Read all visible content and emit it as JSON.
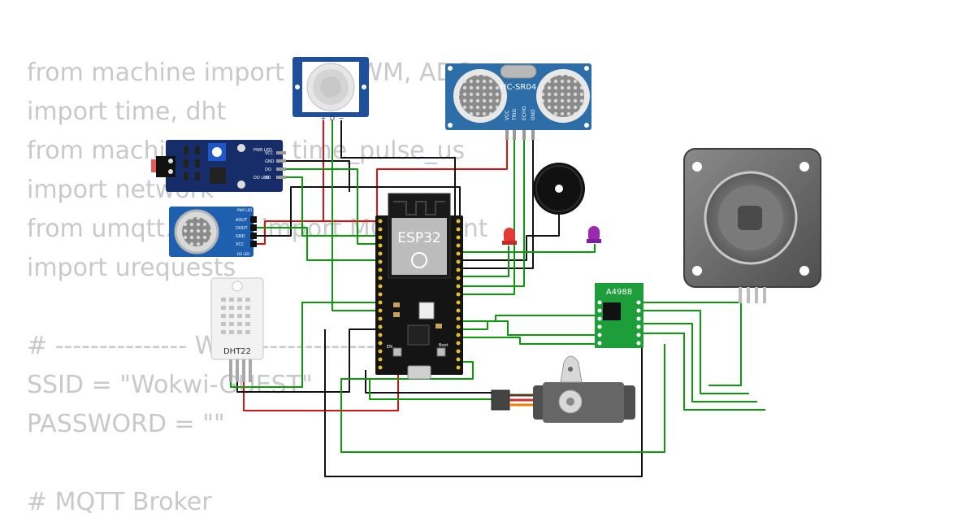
{
  "code_lines": [
    "from machine import Pin, PWM, ADC",
    "import time, dht",
    "from machine import time_pulse_us",
    "import network",
    "from umqtt.simple import MQTTClient",
    "import urequests",
    "",
    "# --------------- WiFi ---------------",
    "SSID = \"Wokwi-GUEST\"",
    "PASSWORD = \"\"",
    "",
    "# MQTT Broker"
  ],
  "components": {
    "esp32": {
      "label": "ESP32"
    },
    "ultrasonic": {
      "label": "HC-SR04",
      "pins": [
        "VCC",
        "TRIG",
        "ECHO",
        "GND"
      ]
    },
    "pir": {
      "pins": [
        "+",
        "D",
        "−"
      ]
    },
    "dht": {
      "label": "DHT22"
    },
    "ldr_module": {
      "pins": [
        "VCC",
        "GND",
        "DO",
        "AO"
      ],
      "leds": [
        "PWR LED",
        "DO LED"
      ]
    },
    "gas_sensor": {
      "pins": [
        "AOUT",
        "DOUT",
        "GND",
        "VCC"
      ],
      "leds": [
        "PWR LED",
        "DO LED"
      ]
    },
    "driver": {
      "label": "A4988"
    },
    "esp_buttons": [
      "EN",
      "Boot"
    ]
  },
  "colors": {
    "code_text": "#c9c9c9",
    "wire_green": "#0a9a0a",
    "wire_red": "#dd1111",
    "wire_black": "#111111",
    "esp32_board": "#141414",
    "sensor_blue": "#1f5fb0",
    "driver_green": "#1e9e3a",
    "led_red": "#e53935",
    "led_purple": "#9c27b0"
  }
}
